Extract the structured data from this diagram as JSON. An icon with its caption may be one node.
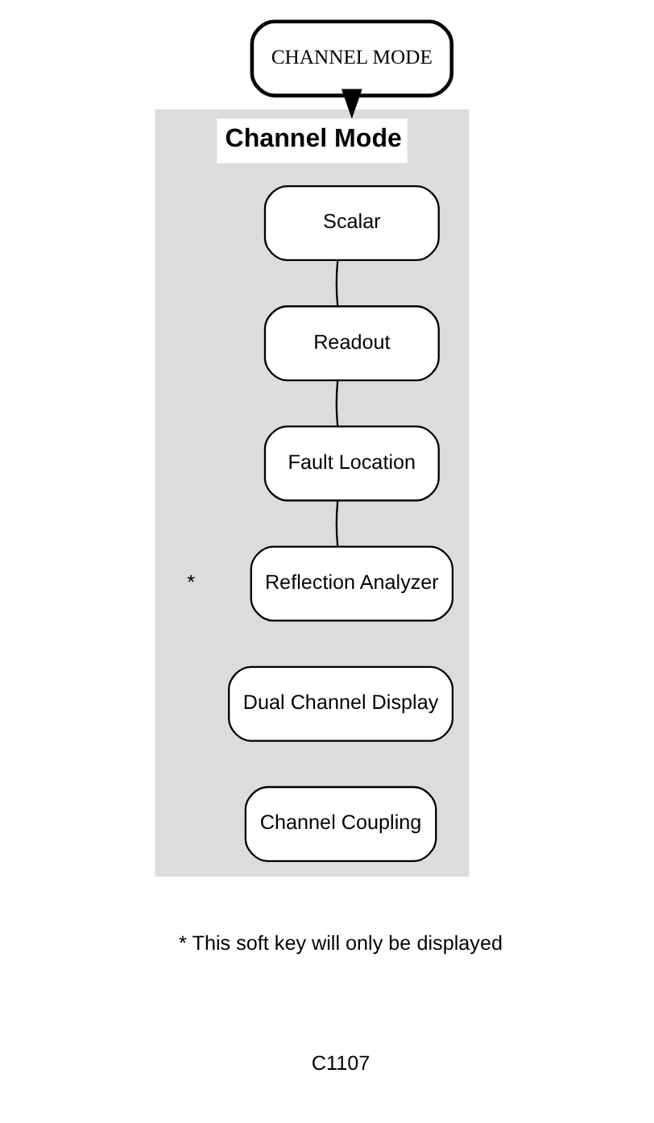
{
  "diagram": {
    "nodes": [
      {
        "text": [
          "CHANNEL MODE"
        ]
      },
      {
        "text": [
          "Channel Mode"
        ]
      },
      {
        "text": [
          "Scalar"
        ],
        "in": 1
      },
      {
        "text": [
          "Readout"
        ],
        "in": 1
      },
      {
        "text": [
          "Fault Location"
        ],
        "in": 1
      },
      {
        "text": [
          "Reflection Analyzer"
        ],
        "in": 1,
        "beside": [
          "*"
        ]
      },
      {
        "text": [
          "Dual Channel Display"
        ],
        "in": 1
      },
      {
        "text": [
          "Channel Coupling"
        ],
        "in": 1
      }
    ],
    "edges": [
      {
        "from": 0,
        "to": 1,
        "arrow": "to",
        "style": "thick"
      },
      {
        "from": 2,
        "to": 3,
        "arrow": "none"
      },
      {
        "from": 3,
        "to": 4,
        "arrow": "none"
      },
      {
        "from": 4,
        "to": 5,
        "arrow": "none"
      }
    ],
    "labels": [
      "* This soft key will only be displayed",
      "C1107"
    ]
  }
}
